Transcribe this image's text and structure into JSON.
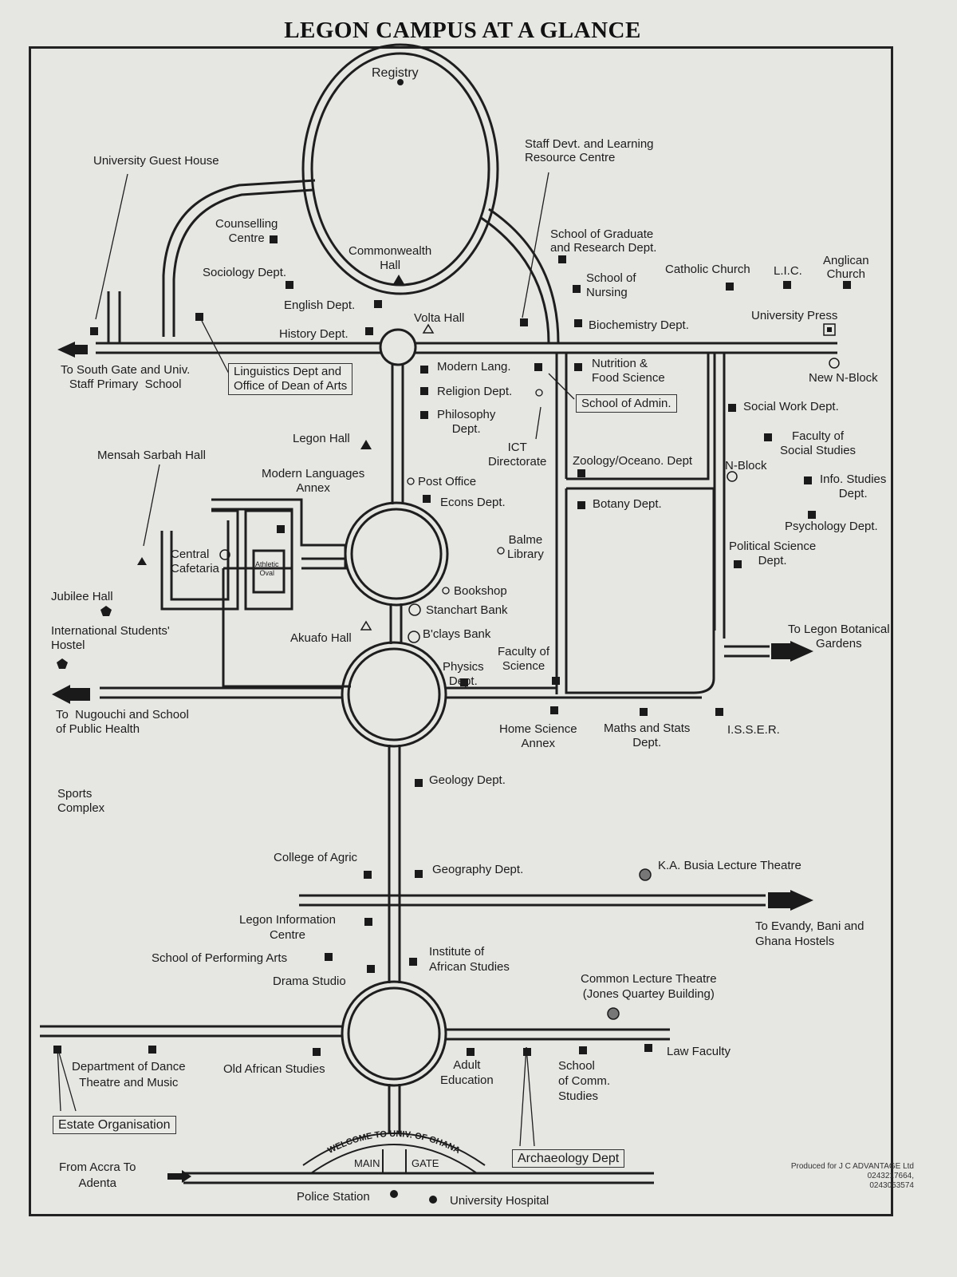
{
  "title": "LEGON CAMPUS AT A GLANCE",
  "labels": {
    "registry": "Registry",
    "staff_devt": "Staff Devt. and Learning\nResource Centre",
    "guest_house": "University Guest House",
    "counselling": "Counselling\nCentre",
    "commonwealth": "Commonwealth\nHall",
    "grad_school": "School of Graduate\nand Research Dept.",
    "sociology": "Sociology Dept.",
    "nursing": "School of\nNursing",
    "catholic": "Catholic Church",
    "lic": "L.I.C.",
    "anglican": "Anglican\nChurch",
    "english": "English Dept.",
    "volta": "Volta Hall",
    "biochem": "Biochemistry Dept.",
    "press": "University Press",
    "history": "History Dept.",
    "south_gate": "To South Gate and Univ.\nStaff Primary  School",
    "linguistics": "Linguistics Dept and\nOffice of Dean of Arts",
    "modern_lang": "Modern Lang.",
    "nutrition": "Nutrition &\nFood Science",
    "new_nblock": "New N-Block",
    "religion": "Religion Dept.",
    "admin": "School of Admin.",
    "social_work": "Social Work Dept.",
    "philosophy": "Philosophy\nDept.",
    "social_studies": "Faculty of\nSocial Studies",
    "legon_hall": "Legon Hall",
    "ict": "ICT\nDirectorate",
    "zoology": "Zoology/Oceano. Dept",
    "nblock": "N-Block",
    "mensah": "Mensah Sarbah Hall",
    "ml_annex": "Modern Languages\nAnnex",
    "post_office": "Post Office",
    "info_studies": "Info. Studies\nDept.",
    "econs": "Econs Dept.",
    "botany": "Botany Dept.",
    "psychology": "Psychology Dept.",
    "central_caf": "Central\nCafetaria",
    "athletic": "Athletic\nOval",
    "balme": "Balme\nLibrary",
    "pol_sci": "Political Science\nDept.",
    "jubilee": "Jubilee Hall",
    "bookshop": "Bookshop",
    "stanchart": "Stanchart Bank",
    "intl_hostel": "International Students'\nHostel",
    "akuafo": "Akuafo Hall",
    "bclays": "B'clays Bank",
    "botanical": "To Legon Botanical\nGardens",
    "fac_science": "Faculty of\nScience",
    "physics": "Physics\nDept.",
    "nugouchi": "To  Nugouchi and School\nof Public Health",
    "home_sci": "Home Science\nAnnex",
    "maths": "Maths and Stats\nDept.",
    "isser": "I.S.S.E.R.",
    "geology": "Geology Dept.",
    "sports": "Sports\nComplex",
    "agric": "College of Agric",
    "geography": "Geography  Dept.",
    "busia": "K.A. Busia Lecture Theatre",
    "info_centre": "Legon Information\nCentre",
    "evandy": "To Evandy, Bani and\nGhana Hostels",
    "performing": "School of Performing Arts",
    "african_studies": "Institute of\nAfrican Studies",
    "drama": "Drama Studio",
    "common_lt": "Common Lecture Theatre\n(Jones Quartey Building)",
    "dance": "Department of Dance\nTheatre and Music",
    "old_african": "Old African Studies",
    "adult_ed": "Adult\nEducation",
    "comm_studies": "School\nof Comm.\nStudies",
    "law": "Law Faculty",
    "estate": "Estate Organisation",
    "welcome": "WELCOME TO UNIV. OF GHANA",
    "main": "MAIN",
    "gate": "GATE",
    "archaeology": "Archaeology Dept",
    "accra": "From Accra To\nAdenta",
    "police": "Police Station",
    "hospital": "University Hospital"
  },
  "credit": "Produced for J C ADVANTAGE Ltd\n0243217664,\n0243053574",
  "colors": {
    "ink": "#1a1a1a",
    "paper": "#e6e6e3"
  }
}
